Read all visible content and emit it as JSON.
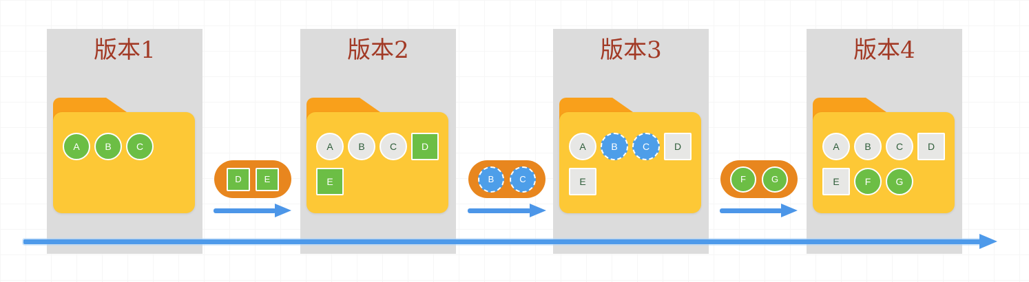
{
  "diagram_title": "version-history-folders",
  "colors": {
    "panel_gray": "#dcdcdc",
    "title_red": "#a23a26",
    "folder_tab_orange": "#f9a01b",
    "folder_body_yellow": "#fdc836",
    "file_new_green": "#6cbe45",
    "file_unchanged_gray": "#e7e7e5",
    "file_modified_blue": "#4d9ee9",
    "changeset_orange": "#e8861e",
    "arrow_blue": "#4c96e8",
    "timeline_blue": "#4e9aea",
    "letter_dark_green": "#2f5d3a"
  },
  "versions": [
    {
      "label": "版本1",
      "files": [
        {
          "name": "A",
          "shape": "circle",
          "style": "green-solid"
        },
        {
          "name": "B",
          "shape": "circle",
          "style": "green-solid"
        },
        {
          "name": "C",
          "shape": "circle",
          "style": "green-solid"
        }
      ]
    },
    {
      "label": "版本2",
      "files": [
        {
          "name": "A",
          "shape": "circle",
          "style": "gray"
        },
        {
          "name": "B",
          "shape": "circle",
          "style": "gray"
        },
        {
          "name": "C",
          "shape": "circle",
          "style": "gray"
        },
        {
          "name": "D",
          "shape": "square",
          "style": "green-solid"
        },
        {
          "name": "E",
          "shape": "square",
          "style": "green-solid"
        }
      ]
    },
    {
      "label": "版本3",
      "files": [
        {
          "name": "A",
          "shape": "circle",
          "style": "gray"
        },
        {
          "name": "B",
          "shape": "circle",
          "style": "blue-dashed"
        },
        {
          "name": "C",
          "shape": "circle",
          "style": "blue-dashed"
        },
        {
          "name": "D",
          "shape": "square",
          "style": "gray"
        },
        {
          "name": "E",
          "shape": "square",
          "style": "gray"
        }
      ]
    },
    {
      "label": "版本4",
      "files": [
        {
          "name": "A",
          "shape": "circle",
          "style": "gray"
        },
        {
          "name": "B",
          "shape": "circle",
          "style": "gray"
        },
        {
          "name": "C",
          "shape": "circle",
          "style": "gray"
        },
        {
          "name": "D",
          "shape": "square",
          "style": "gray"
        },
        {
          "name": "E",
          "shape": "square",
          "style": "gray"
        },
        {
          "name": "F",
          "shape": "circle",
          "style": "green-solid"
        },
        {
          "name": "G",
          "shape": "circle",
          "style": "green-solid"
        }
      ]
    }
  ],
  "transitions": [
    {
      "changes": [
        {
          "name": "D",
          "shape": "square",
          "style": "green-solid"
        },
        {
          "name": "E",
          "shape": "square",
          "style": "green-solid"
        }
      ]
    },
    {
      "changes": [
        {
          "name": "B",
          "shape": "circle",
          "style": "blue-dashed"
        },
        {
          "name": "C",
          "shape": "circle",
          "style": "blue-dashed"
        }
      ]
    },
    {
      "changes": [
        {
          "name": "F",
          "shape": "circle",
          "style": "green-solid"
        },
        {
          "name": "G",
          "shape": "circle",
          "style": "green-solid"
        }
      ]
    }
  ]
}
